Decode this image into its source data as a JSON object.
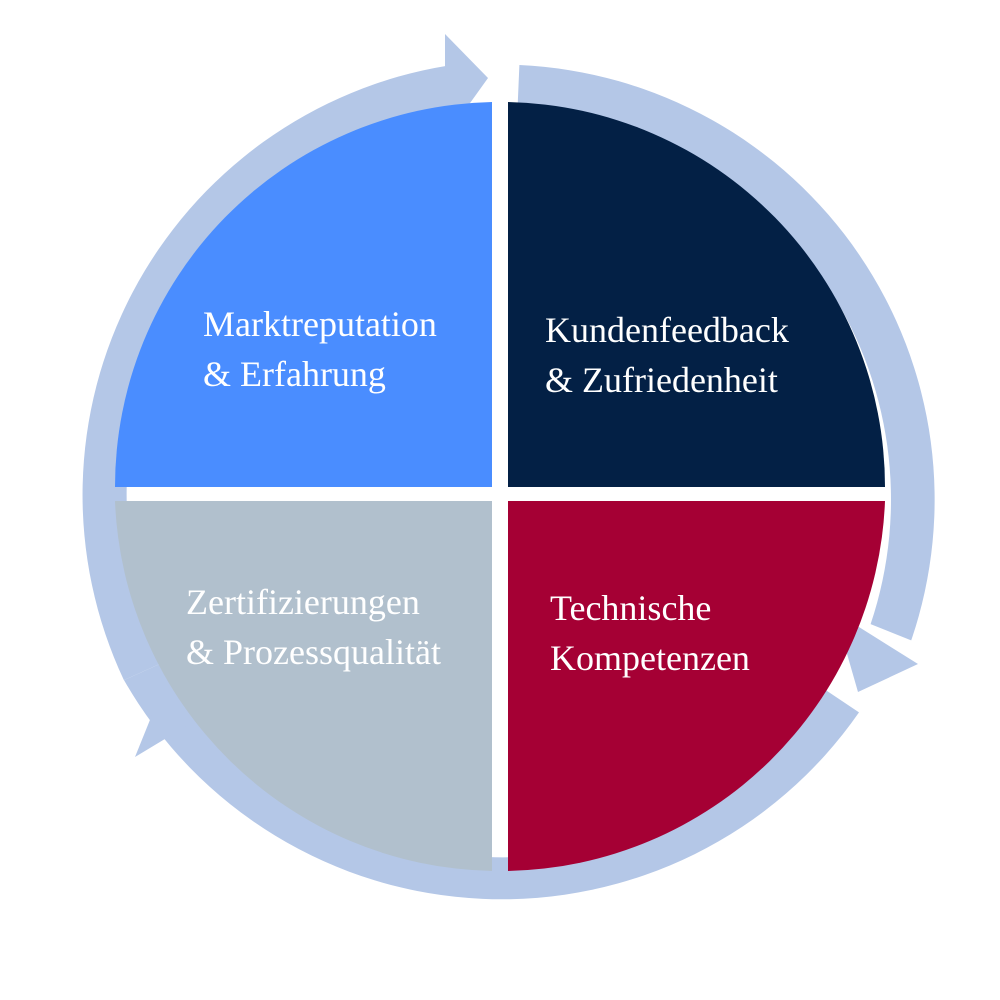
{
  "colors": {
    "background": "#ffffff",
    "ring": "#b4c7e7",
    "top_left": "#4a8dff",
    "top_right": "#032045",
    "bottom_right": "#a50034",
    "bottom_left": "#b1c0cd",
    "label_light": "#ffffff",
    "label_dark": "#ffffff"
  },
  "quadrants": {
    "top_left": {
      "line1": "Marktreputation",
      "line2": "& Erfahrung"
    },
    "top_right": {
      "line1": "Kundenfeedback",
      "line2": "& Zufriedenheit"
    },
    "bottom_right": {
      "line1": "Technische",
      "line2": "Kompetenzen"
    },
    "bottom_left": {
      "line1": "Zertifizierungen",
      "line2": "& Prozessqualität"
    }
  },
  "cycle": {
    "direction": "clockwise",
    "arrow_count": 3
  }
}
